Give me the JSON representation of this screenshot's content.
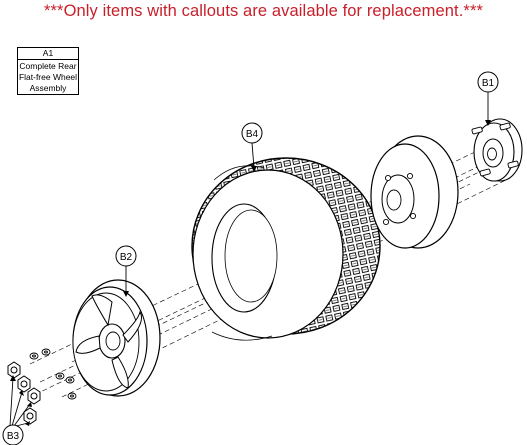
{
  "banner": "***Only items with callouts are available for replacement.***",
  "assembly": {
    "id": "A1",
    "description": "Complete Rear\nFlat-free Wheel\nAssembly"
  },
  "callouts": {
    "b1": "B1",
    "b2": "B2",
    "b3": "B3",
    "b4": "B4"
  },
  "colors": {
    "banner": "#c8202a",
    "line": "#000000"
  }
}
